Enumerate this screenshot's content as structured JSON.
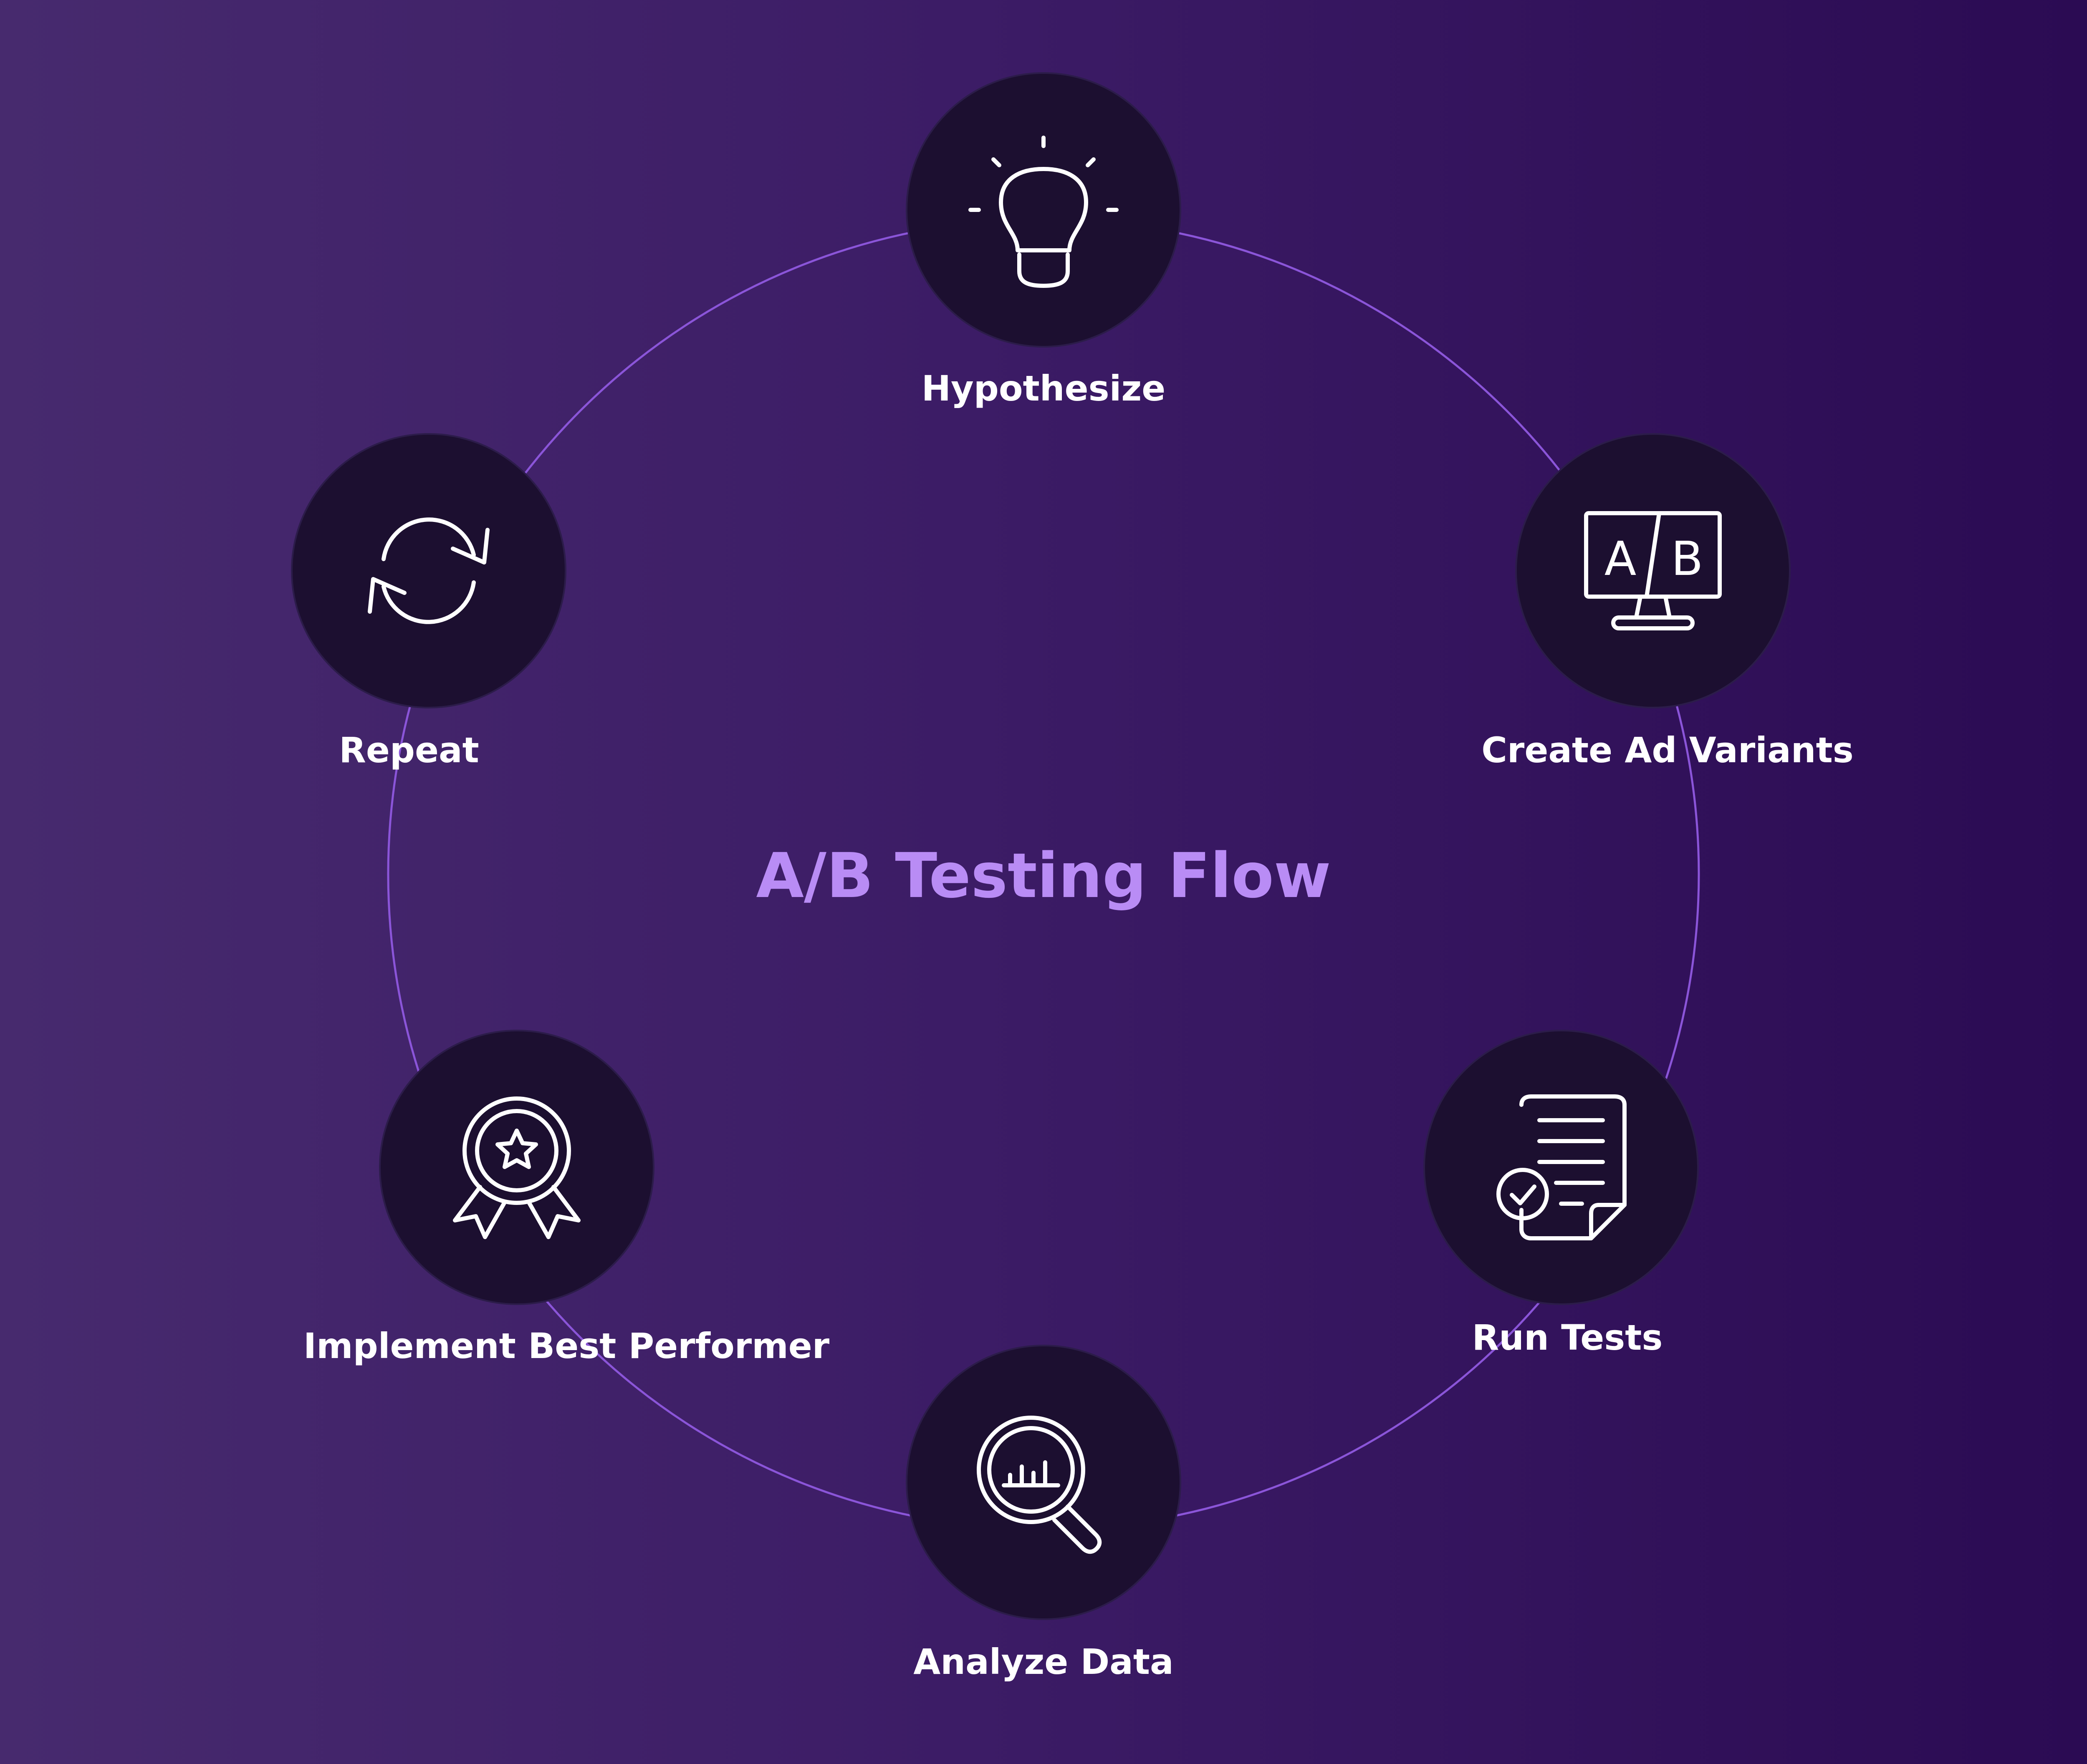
{
  "title": "A/B Testing Flow",
  "steps": [
    {
      "label": "Hypothesize",
      "icon": "lightbulb-icon"
    },
    {
      "label": "Create Ad Variants",
      "icon": "ab-monitor-icon"
    },
    {
      "label": "Run Tests",
      "icon": "document-check-icon"
    },
    {
      "label": "Analyze Data",
      "icon": "magnifier-chart-icon"
    },
    {
      "label": "Implement Best Performer",
      "icon": "award-ribbon-icon"
    },
    {
      "label": "Repeat",
      "icon": "refresh-icon"
    }
  ],
  "icon_text": {
    "ab_a": "A",
    "ab_b": "B"
  },
  "colors": {
    "background_left": "#472a6e",
    "background_right": "#2a0a52",
    "ring": "#8b55d9",
    "node_fill": "#1c0f30",
    "title": "#b98cf5",
    "label": "#ffffff"
  }
}
